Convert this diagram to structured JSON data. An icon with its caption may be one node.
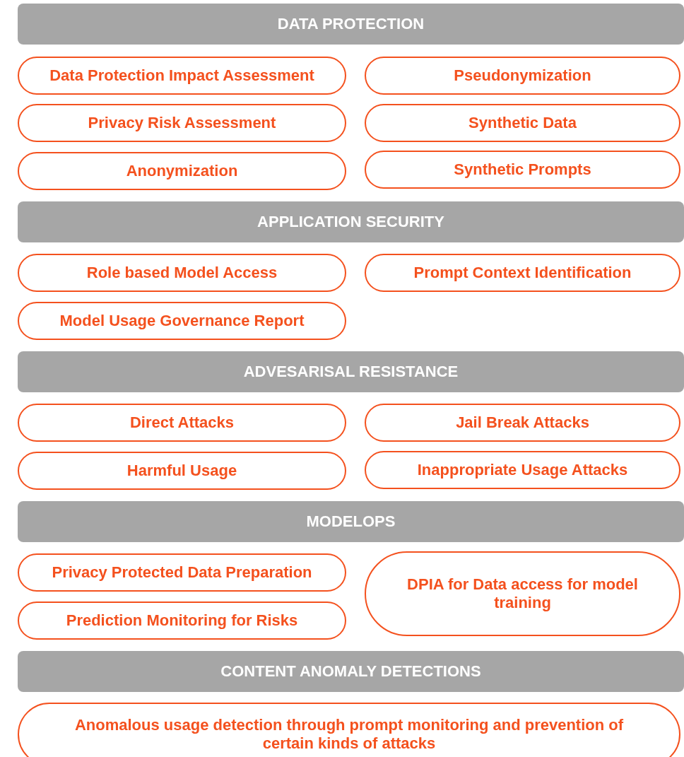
{
  "diagram": {
    "nodes": [
      {
        "text": [
          "DATA PROTECTION"
        ]
      },
      {
        "text": [
          "Data Protection Impact Assessment"
        ]
      },
      {
        "text": [
          "Pseudonymization"
        ]
      },
      {
        "text": [
          "Privacy Risk Assessment"
        ]
      },
      {
        "text": [
          "Synthetic Data"
        ]
      },
      {
        "text": [
          "Anonymization"
        ]
      },
      {
        "text": [
          "Synthetic Prompts"
        ]
      },
      {
        "text": [
          "APPLICATION SECURITY"
        ]
      },
      {
        "text": [
          "Role based Model Access"
        ]
      },
      {
        "text": [
          "Prompt Context Identification"
        ]
      },
      {
        "text": [
          "Model Usage Governance Report"
        ]
      },
      {
        "text": [
          "ADVESARISAL RESISTANCE"
        ]
      },
      {
        "text": [
          "Direct Attacks"
        ]
      },
      {
        "text": [
          "Jail Break Attacks"
        ]
      },
      {
        "text": [
          "Harmful Usage"
        ]
      },
      {
        "text": [
          "Inappropriate Usage Attacks"
        ]
      },
      {
        "text": [
          "MODELOPS"
        ]
      },
      {
        "text": [
          "Privacy Protected Data Preparation"
        ]
      },
      {
        "text": [
          "DPIA for Data access for model training"
        ]
      },
      {
        "text": [
          "Prediction Monitoring for Risks"
        ]
      },
      {
        "text": [
          "CONTENT ANOMALY DETECTIONS"
        ]
      },
      {
        "text": [
          "Anomalous usage detection through prompt monitoring and prevention of certain kinds of attacks"
        ]
      }
    ],
    "edges": []
  }
}
